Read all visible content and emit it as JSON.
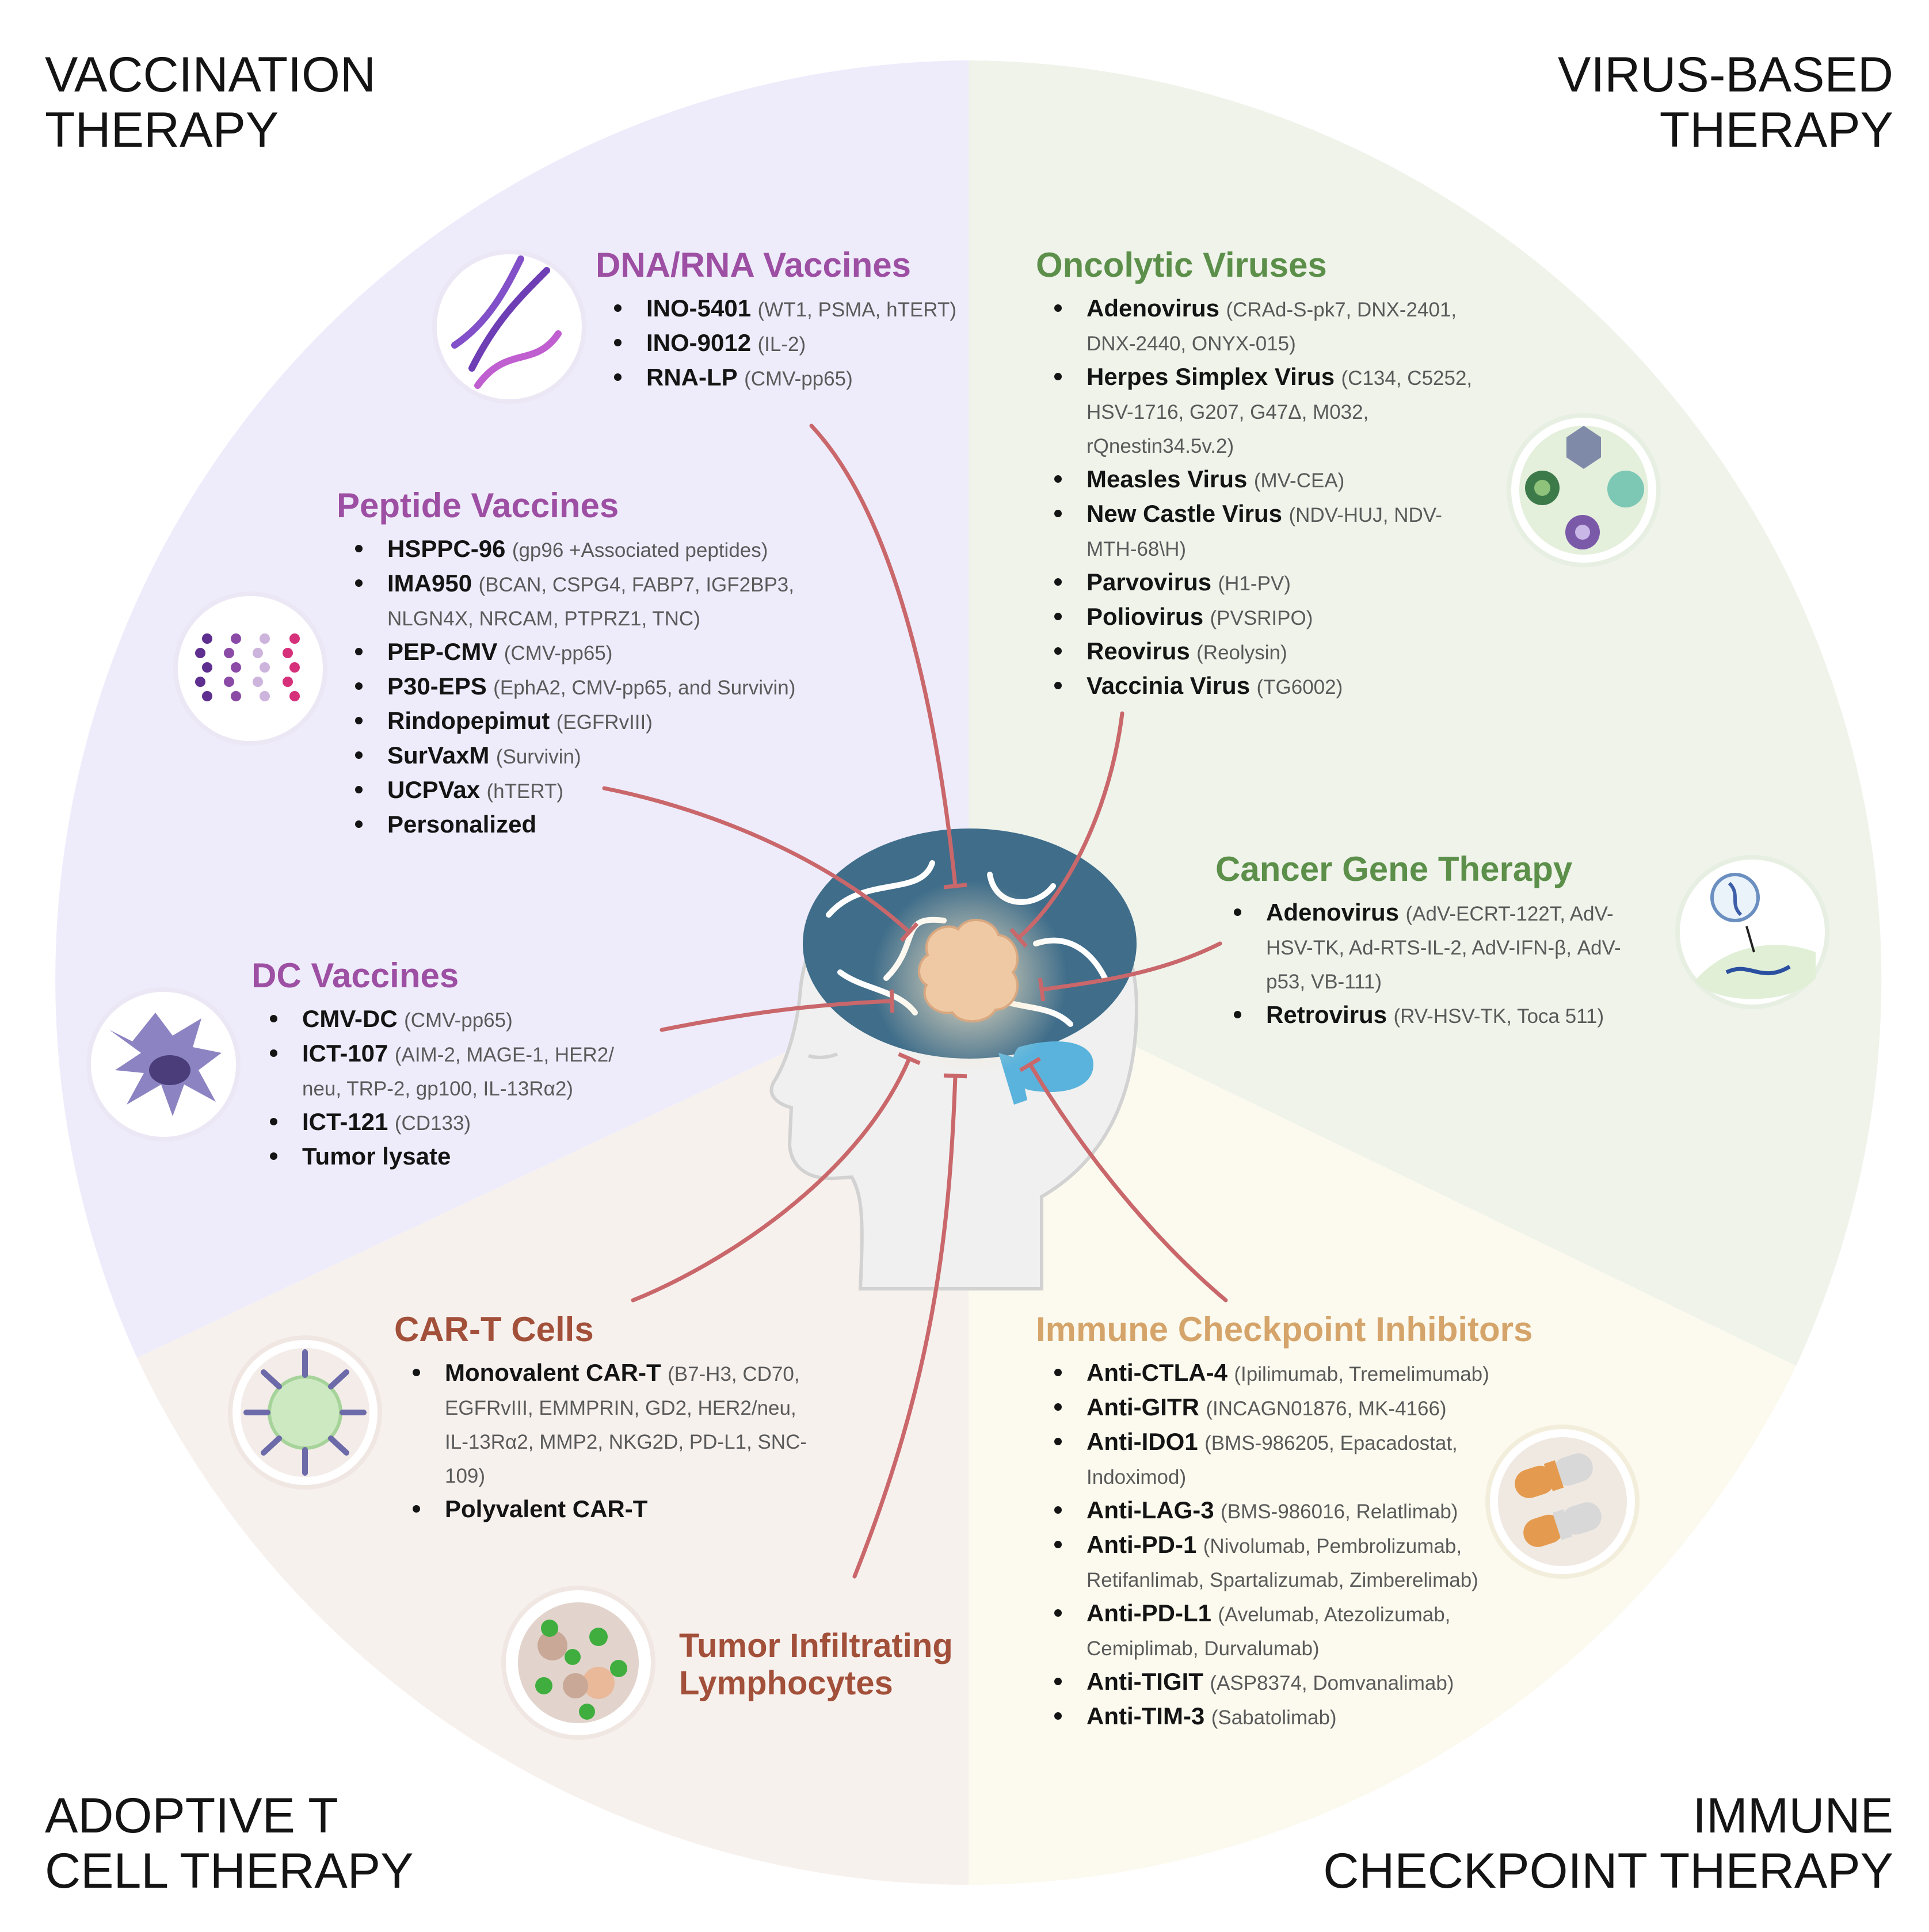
{
  "corners": {
    "vaccination": [
      "VACCINATION",
      "THERAPY"
    ],
    "virus": [
      "VIRUS-BASED",
      "THERAPY"
    ],
    "adoptive": [
      "ADOPTIVE T",
      "CELL THERAPY"
    ],
    "checkpoint": [
      "IMMUNE",
      "CHECKPOINT THERAPY"
    ]
  },
  "colors": {
    "vaccination_title": "#9d4fa3",
    "virus_title": "#5c8f4a",
    "adoptive_title": "#a2503a",
    "checkpoint_title": "#d5a46a",
    "inhibitor_lines": "#c9676b",
    "brain": "#3f6d8a",
    "tumor": "#efc9a3",
    "cerebellum": "#5ab3dc"
  },
  "sections": {
    "dna_rna": {
      "title": "DNA/RNA Vaccines",
      "items": [
        {
          "name": "INO-5401",
          "detail": "(WT1, PSMA, hTERT)"
        },
        {
          "name": "INO-9012",
          "detail": "(IL-2)"
        },
        {
          "name": "RNA-LP",
          "detail": "(CMV-pp65)"
        }
      ]
    },
    "peptide": {
      "title": "Peptide Vaccines",
      "items": [
        {
          "name": "HSPPC-96",
          "detail": "(gp96 +Associated peptides)"
        },
        {
          "name": "IMA950",
          "detail": "(BCAN, CSPG4, FABP7, IGF2BP3, NLGN4X, NRCAM, PTPRZ1, TNC)"
        },
        {
          "name": "PEP-CMV",
          "detail": "(CMV-pp65)"
        },
        {
          "name": "P30-EPS",
          "detail": "(EphA2, CMV-pp65, and Survivin)"
        },
        {
          "name": "Rindopepimut",
          "detail": "(EGFRvIII)"
        },
        {
          "name": "SurVaxM",
          "detail": "(Survivin)"
        },
        {
          "name": "UCPVax",
          "detail": "(hTERT)"
        },
        {
          "name": "Personalized",
          "detail": ""
        }
      ]
    },
    "dc": {
      "title": "DC Vaccines",
      "items": [
        {
          "name": "CMV-DC",
          "detail": "(CMV-pp65)"
        },
        {
          "name": "ICT-107",
          "detail": "(AIM-2, MAGE-1, HER2/ neu, TRP-2, gp100, IL-13Rα2)"
        },
        {
          "name": "ICT-121",
          "detail": "(CD133)"
        },
        {
          "name": "Tumor lysate",
          "detail": ""
        }
      ]
    },
    "oncolytic": {
      "title": "Oncolytic Viruses",
      "items": [
        {
          "name": "Adenovirus",
          "detail": "(CRAd-S-pk7, DNX-2401, DNX-2440, ONYX-015)"
        },
        {
          "name": "Herpes Simplex Virus",
          "detail": "(C134, C5252, HSV-1716, G207, G47Δ, M032, rQnestin34.5v.2)"
        },
        {
          "name": "Measles Virus",
          "detail": "(MV-CEA)"
        },
        {
          "name": "New Castle Virus",
          "detail": "(NDV-HUJ, NDV-MTH-68\\H)"
        },
        {
          "name": "Parvovirus",
          "detail": "(H1-PV)"
        },
        {
          "name": "Poliovirus",
          "detail": "(PVSRIPO)"
        },
        {
          "name": "Reovirus",
          "detail": "(Reolysin)"
        },
        {
          "name": "Vaccinia Virus",
          "detail": "(TG6002)"
        }
      ]
    },
    "gene": {
      "title": "Cancer Gene Therapy",
      "items": [
        {
          "name": "Adenovirus",
          "detail": "(AdV-ECRT-122T, AdV-HSV-TK, Ad-RTS-IL-2, AdV-IFN-β, AdV-p53, VB-111)"
        },
        {
          "name": "Retrovirus",
          "detail": "(RV-HSV-TK, Toca 511)"
        }
      ]
    },
    "cart": {
      "title": "CAR-T Cells",
      "items": [
        {
          "name": "Monovalent CAR-T",
          "detail": "(B7-H3, CD70, EGFRvIII, EMMPRIN, GD2, HER2/neu, IL-13Rα2, MMP2, NKG2D, PD-L1, SNC-109)"
        },
        {
          "name": "Polyvalent CAR-T",
          "detail": ""
        }
      ]
    },
    "til": {
      "title": [
        "Tumor Infiltrating",
        "Lymphocytes"
      ]
    },
    "ici": {
      "title": "Immune Checkpoint Inhibitors",
      "items": [
        {
          "name": "Anti-CTLA-4",
          "detail": "(Ipilimumab, Tremelimumab)"
        },
        {
          "name": "Anti-GITR",
          "detail": "(INCAGN01876, MK-4166)"
        },
        {
          "name": "Anti-IDO1",
          "detail": "(BMS-986205, Epacadostat, Indoximod)"
        },
        {
          "name": "Anti-LAG-3",
          "detail": "(BMS-986016, Relatlimab)"
        },
        {
          "name": "Anti-PD-1",
          "detail": "(Nivolumab, Pembrolizumab, Retifanlimab, Spartalizumab, Zimberelimab)"
        },
        {
          "name": "Anti-PD-L1",
          "detail": "(Avelumab, Atezolizumab, Cemiplimab, Durvalumab)"
        },
        {
          "name": "Anti-TIGIT",
          "detail": "(ASP8374, Domvanalimab)"
        },
        {
          "name": "Anti-TIM-3",
          "detail": "(Sabatolimab)"
        }
      ]
    }
  },
  "icons": {
    "dna_rna": "dna-rna-icon",
    "peptide": "peptide-chains-icon",
    "dc": "dendritic-cell-icon",
    "oncolytic": "virus-particles-icon",
    "gene": "gene-delivery-icon",
    "cart": "car-t-cell-icon",
    "til": "tumor-lymphocytes-icon",
    "ici": "capsules-icon",
    "center": "brain-tumor-icon"
  }
}
